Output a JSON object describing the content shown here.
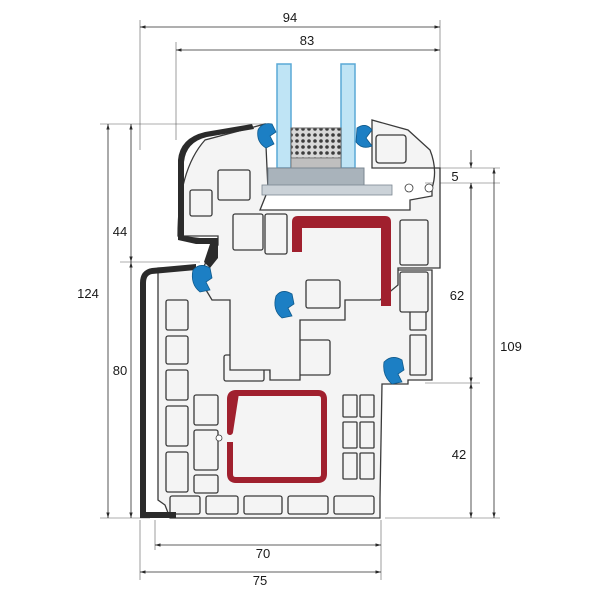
{
  "dimensions": {
    "overall_width": "94",
    "glass_width": "83",
    "left_height_total": "124",
    "left_height_top": "44",
    "left_height_bottom": "80",
    "right_height_total": "109",
    "right_height_top": "5",
    "right_height_middle": "62",
    "right_height_bottom": "42",
    "bottom_width_inner": "70",
    "bottom_width_outer": "75"
  },
  "colors": {
    "profile_fill": "#f4f4f4",
    "profile_stroke": "#3a3a3a",
    "profile_dark": "#2b2b2b",
    "reinforcement": "#a0202e",
    "glass": "#bfe4f5",
    "glass_stroke": "#5aa9d6",
    "gasket": "#1c7fc4",
    "spacer": "#8c9aa6",
    "desiccant": "#cfcfcf"
  }
}
